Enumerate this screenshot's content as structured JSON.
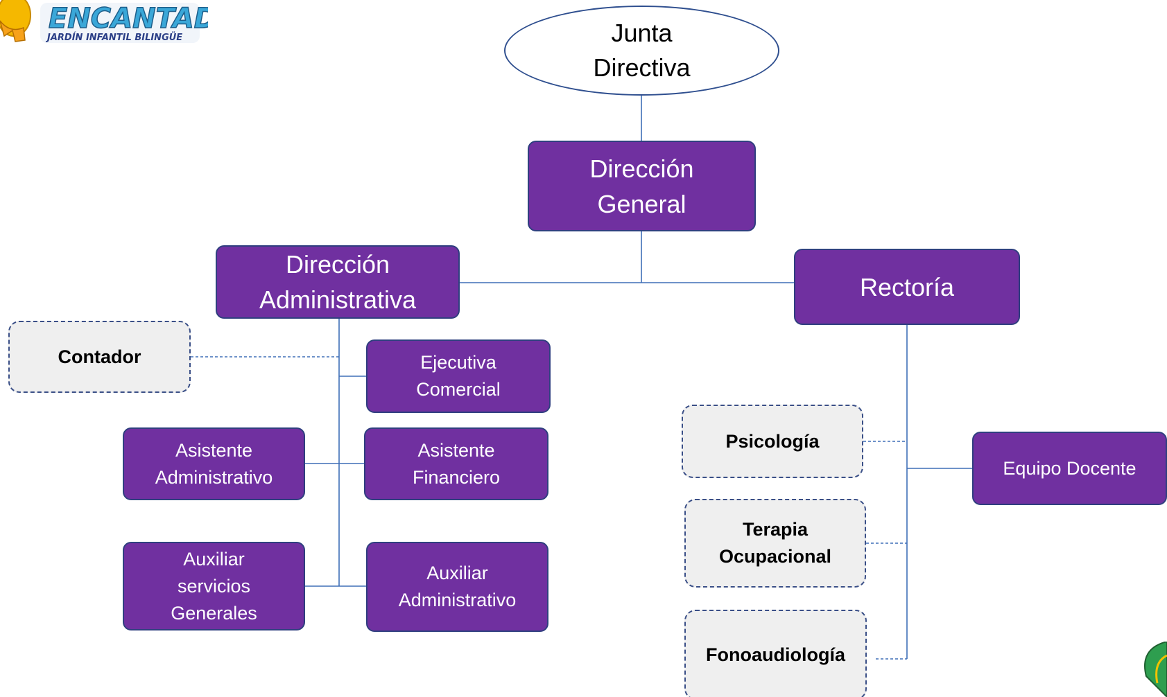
{
  "logo": {
    "title": "ENCANTADO",
    "subtitle": "JARDÍN INFANTIL BILINGÜE"
  },
  "nodes": {
    "junta": "Junta\nDirectiva",
    "direccion_general": "Dirección\nGeneral",
    "direccion_administrativa": "Dirección\nAdministrativa",
    "rectoria": "Rectoría",
    "contador": "Contador",
    "ejecutiva_comercial": "Ejecutiva\nComercial",
    "asistente_administrativo": "Asistente\nAdministrativo",
    "asistente_financiero": "Asistente\nFinanciero",
    "auxiliar_servicios_generales": "Auxiliar\nservicios\nGenerales",
    "auxiliar_administrativo": "Auxiliar\nAdministrativo",
    "psicologia": "Psicología",
    "terapia_ocupacional": "Terapia\nOcupacional",
    "fonoaudiologia": "Fonoaudiología",
    "equipo_docente": "Equipo Docente"
  },
  "colors": {
    "node_fill": "#7030a0",
    "node_text": "#ffffff",
    "support_fill": "#efefef",
    "connector": "#3f6fb7"
  }
}
